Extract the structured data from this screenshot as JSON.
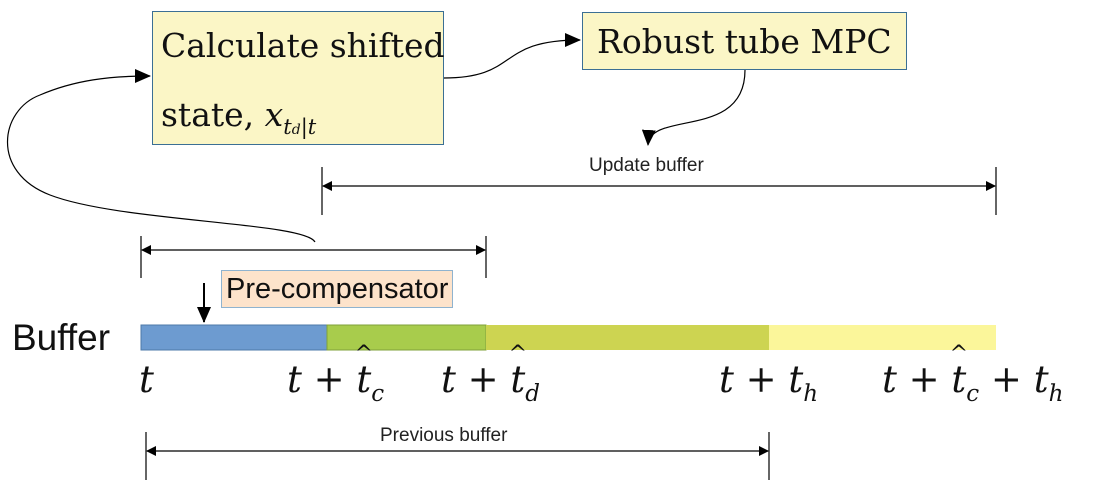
{
  "boxes": {
    "calculate": {
      "line1": "Calculate shifted",
      "line2_text": "state,",
      "line2_var": "x",
      "line2_sub": "t",
      "line2_sub2": "d",
      "line2_sub3": "|t"
    },
    "mpc": {
      "label": "Robust tube MPC"
    },
    "precompensator": {
      "label": "Pre-compensator"
    }
  },
  "labels": {
    "update_buffer": "Update buffer",
    "previous_buffer": "Previous buffer",
    "buffer": "Buffer"
  },
  "ticks": {
    "t": "t",
    "t_plus_tc_prefix": "t + ",
    "t_plus_tc_var": "t",
    "t_plus_tc_sub": "c",
    "t_plus_td_prefix": "t + ",
    "t_plus_td_var": "t",
    "t_plus_td_sub": "d",
    "t_plus_th_prefix": "t + t",
    "t_plus_th_sub": "h",
    "last_prefix": "t + ",
    "last_var": "t",
    "last_sub": "c",
    "last_suffix": " + t",
    "last_sub2": "h"
  },
  "colors": {
    "segment_1": "#6d9bd0",
    "segment_2": "#a8cc4c",
    "segment_3": "#cdd451",
    "segment_4": "#fbf69a",
    "box_fill": "#fbf6c6",
    "box_border": "#3b6f94",
    "precomp_fill": "#fde3cb"
  }
}
